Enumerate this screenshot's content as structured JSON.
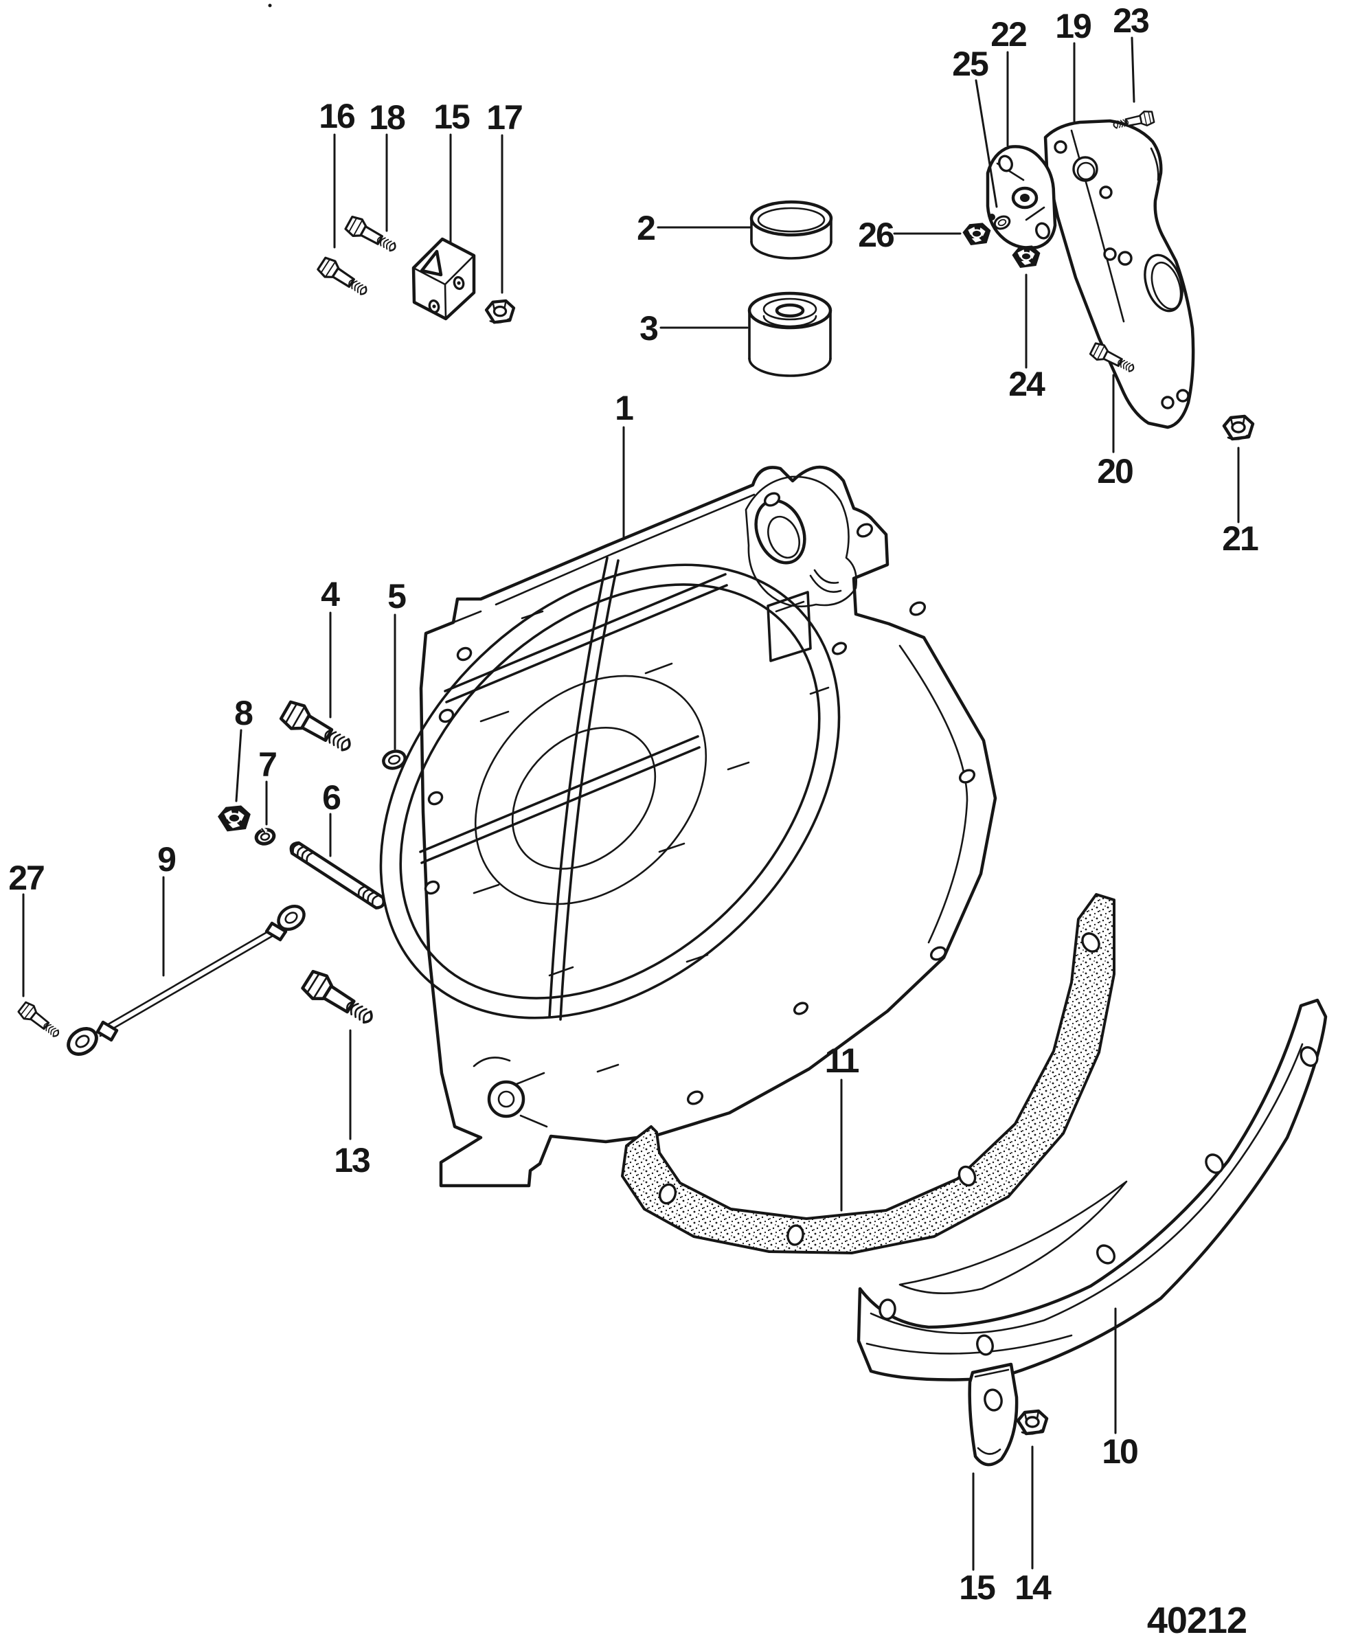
{
  "diagram": {
    "type": "exploded-parts-diagram",
    "drawing_number": "40212",
    "ink_color": "#161616",
    "paper_color": "#ffffff",
    "callouts": [
      {
        "label": "1",
        "part": "flywheel housing"
      },
      {
        "label": "2",
        "part": "ring"
      },
      {
        "label": "3",
        "part": "bushing mount"
      },
      {
        "label": "4",
        "part": "hex bolt"
      },
      {
        "label": "5",
        "part": "flat washer"
      },
      {
        "label": "6",
        "part": "stud"
      },
      {
        "label": "7",
        "part": "lock washer"
      },
      {
        "label": "8",
        "part": "hex nut"
      },
      {
        "label": "9",
        "part": "ground strap"
      },
      {
        "label": "10",
        "part": "cover plate"
      },
      {
        "label": "11",
        "part": "gasket"
      },
      {
        "label": "13",
        "part": "hex bolt"
      },
      {
        "label": "14",
        "part": "hex nut"
      },
      {
        "label": "15",
        "part": "anchor block"
      },
      {
        "label": "15",
        "part": "retainer tab"
      },
      {
        "label": "16",
        "part": "hex bolt"
      },
      {
        "label": "17",
        "part": "hex nut"
      },
      {
        "label": "18",
        "part": "hex bolt"
      },
      {
        "label": "19",
        "part": "mounting plate"
      },
      {
        "label": "20",
        "part": "hex bolt"
      },
      {
        "label": "21",
        "part": "hex nut"
      },
      {
        "label": "22",
        "part": "clamp bracket"
      },
      {
        "label": "23",
        "part": "hex bolt"
      },
      {
        "label": "24",
        "part": "hex nut"
      },
      {
        "label": "25",
        "part": "washer"
      },
      {
        "label": "26",
        "part": "hex nut"
      },
      {
        "label": "27",
        "part": "hex bolt"
      }
    ]
  }
}
